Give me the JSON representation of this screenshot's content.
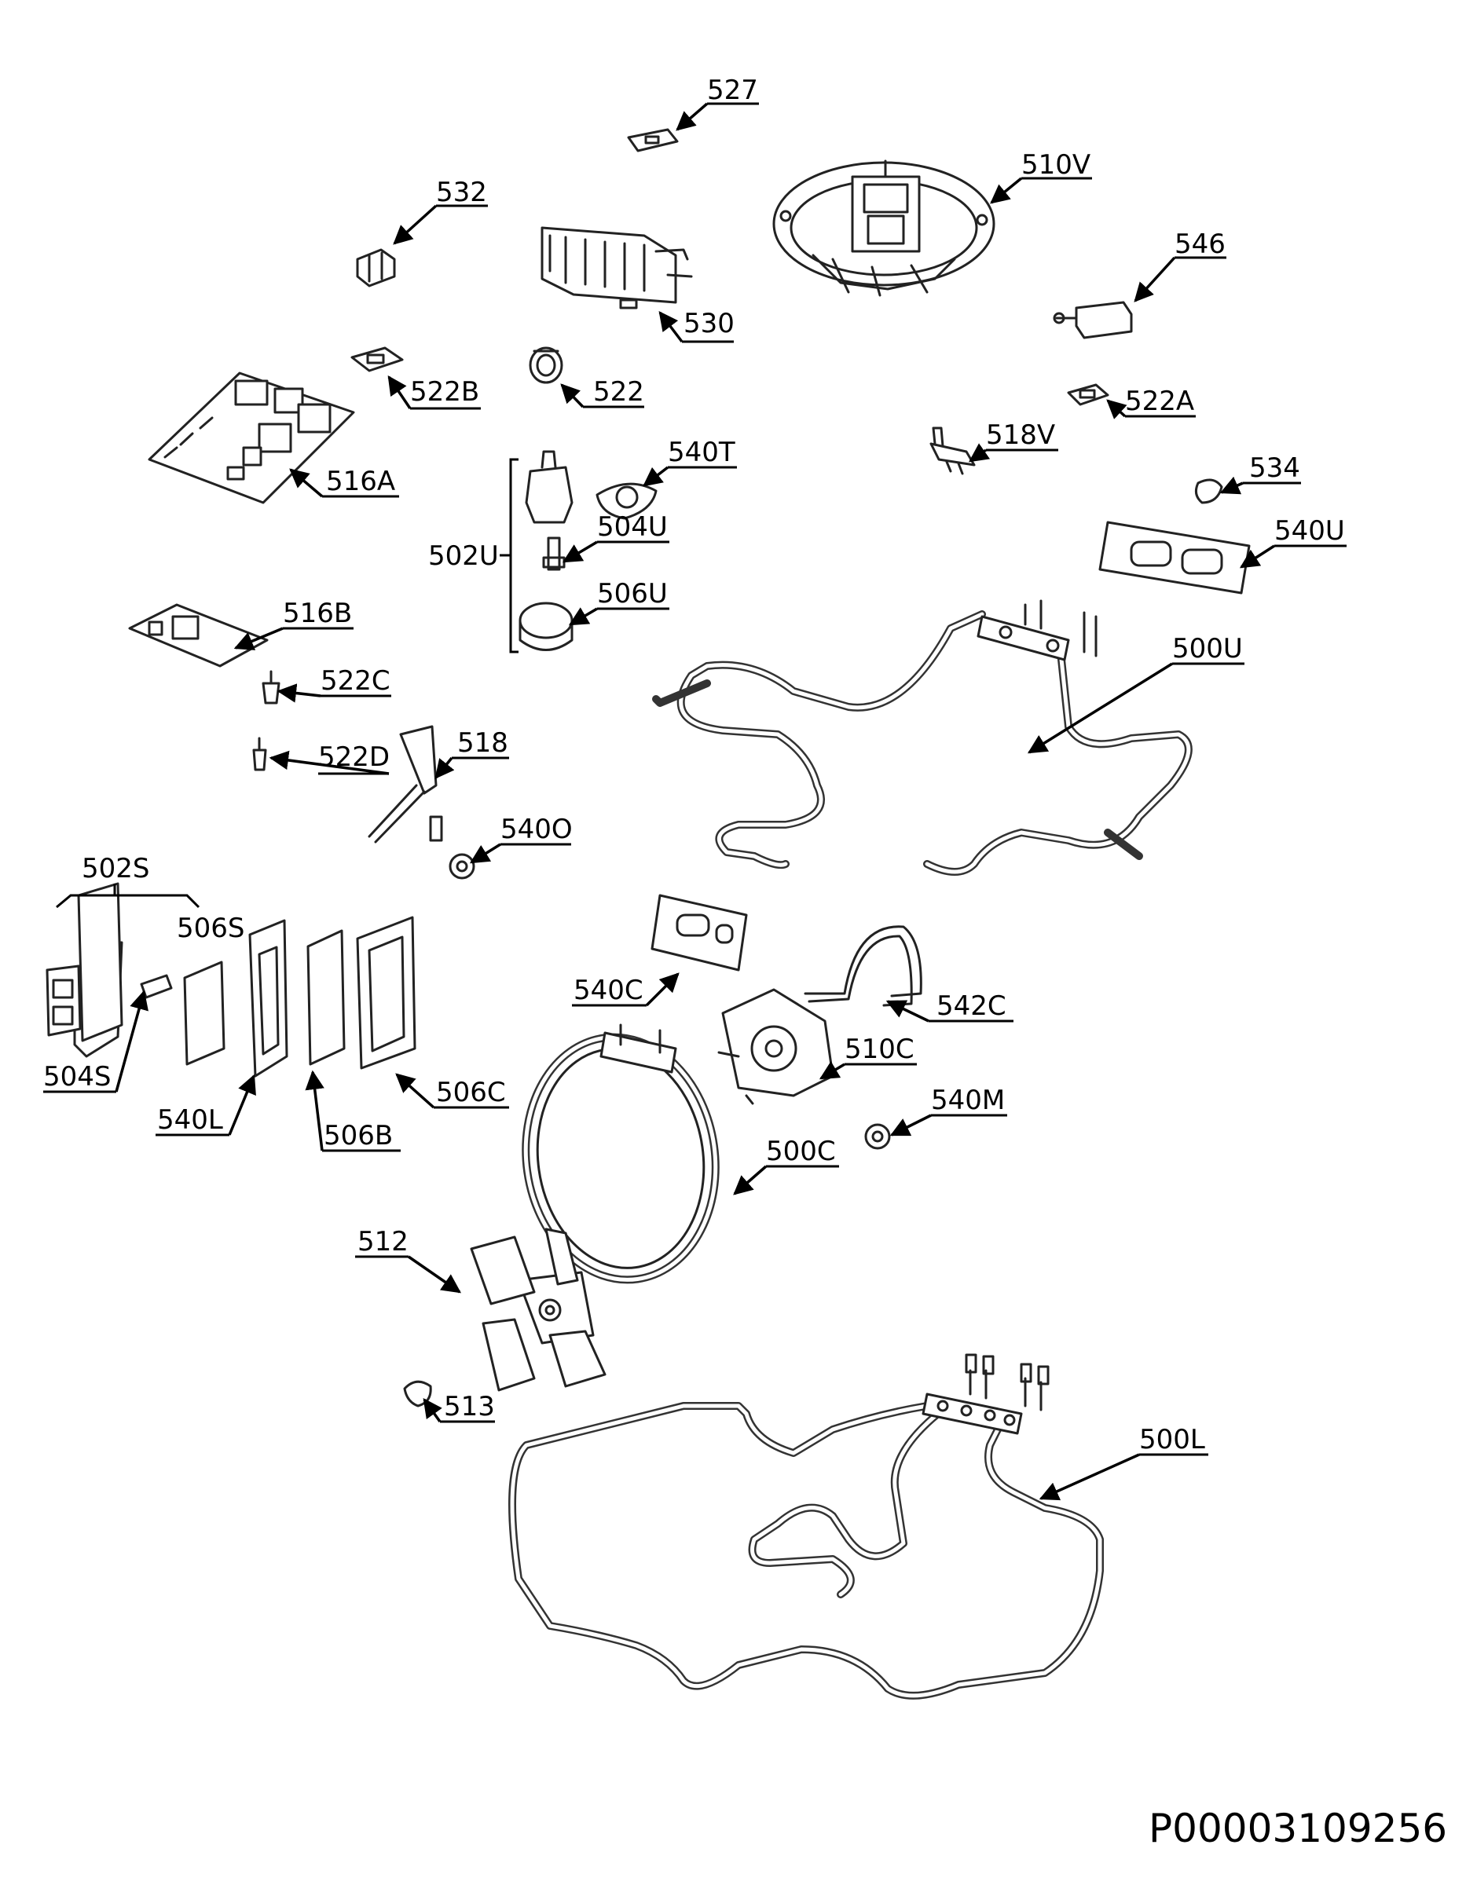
{
  "document_code": "P00003109256",
  "labels": {
    "l527": "527",
    "l532": "532",
    "l510V": "510V",
    "l530": "530",
    "l546": "546",
    "l522B": "522B",
    "l522": "522",
    "l522A": "522A",
    "l516A": "516A",
    "l540T": "540T",
    "l518V": "518V",
    "l534": "534",
    "l502U": "502U",
    "l504U": "504U",
    "l540U": "540U",
    "l506U": "506U",
    "l516B": "516B",
    "l500U": "500U",
    "l522C": "522C",
    "l522D": "522D",
    "l518": "518",
    "l540O": "540O",
    "l502S": "502S",
    "l506S": "506S",
    "l540C": "540C",
    "l542C": "542C",
    "l504S": "504S",
    "l510C": "510C",
    "l506C": "506C",
    "l540L": "540L",
    "l506B": "506B",
    "l540M": "540M",
    "l500C": "500C",
    "l512": "512",
    "l513": "513",
    "l500L": "500L"
  }
}
